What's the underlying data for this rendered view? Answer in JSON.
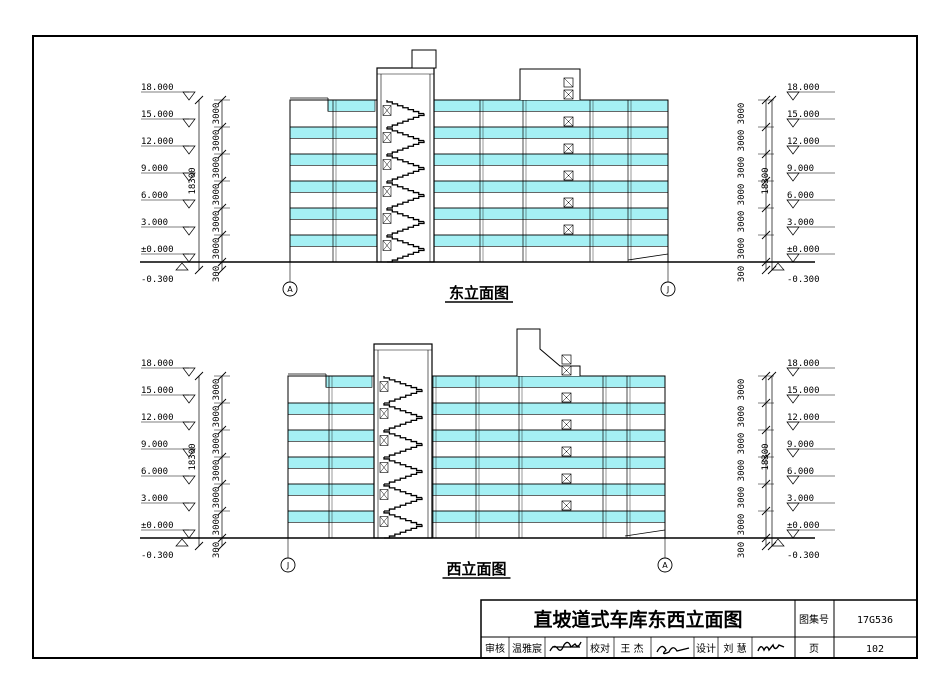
{
  "colors": {
    "band": "#a5f0f4",
    "line": "#000000"
  },
  "levels": [
    "18.000",
    "15.000",
    "12.000",
    "9.000",
    "6.000",
    "3.000",
    "±0.000",
    "-0.300"
  ],
  "dims": {
    "floor": "3000",
    "total": "18300",
    "base": "300"
  },
  "east": {
    "title": "东立面图",
    "axis_left": "A",
    "axis_right": "J"
  },
  "west": {
    "title": "西立面图",
    "axis_left": "J",
    "axis_right": "A"
  },
  "title_block": {
    "title": "直坡道式车库东西立面图",
    "atlas_label": "图集号",
    "atlas_no": "17G536",
    "page_label": "页",
    "page_no": "102",
    "review_label": "审核",
    "reviewer": "温雅宸",
    "check_label": "校对",
    "checker": "王 杰",
    "design_label": "设计",
    "designer": "刘 慧"
  }
}
